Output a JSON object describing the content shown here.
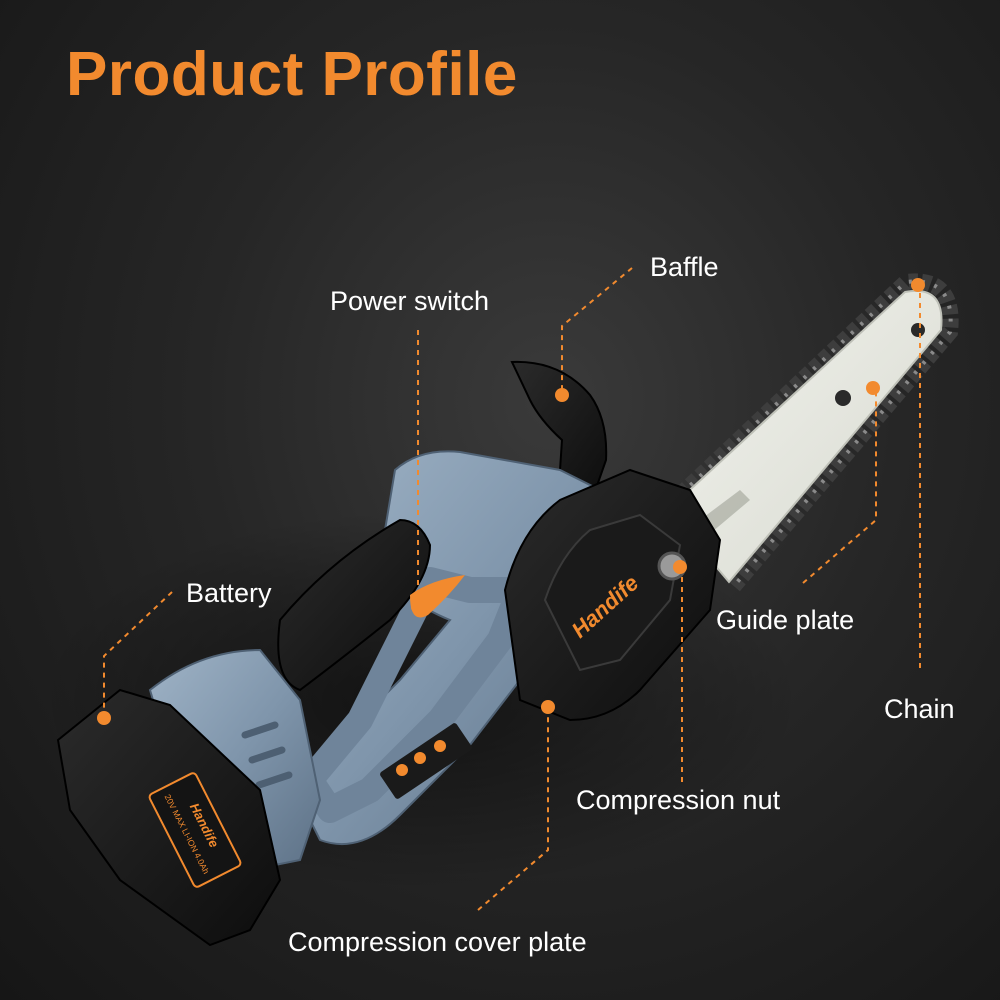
{
  "title": "Product Profile",
  "brand": "Handife",
  "battery_print": {
    "brand": "Handife",
    "spec": "20V MAX LI-ION 4.0Ah"
  },
  "labels": {
    "baffle": "Baffle",
    "power_switch": "Power switch",
    "battery": "Battery",
    "guide_plate": "Guide plate",
    "chain": "Chain",
    "compression_nut": "Compression nut",
    "compression_cover_plate": "Compression cover plate"
  },
  "colors": {
    "accent": "#f28a2e",
    "label_text": "#ffffff",
    "body_blue": "#7f95ab",
    "housing_black": "#1c1c1c",
    "guide_bar": "#e9ebe2"
  }
}
